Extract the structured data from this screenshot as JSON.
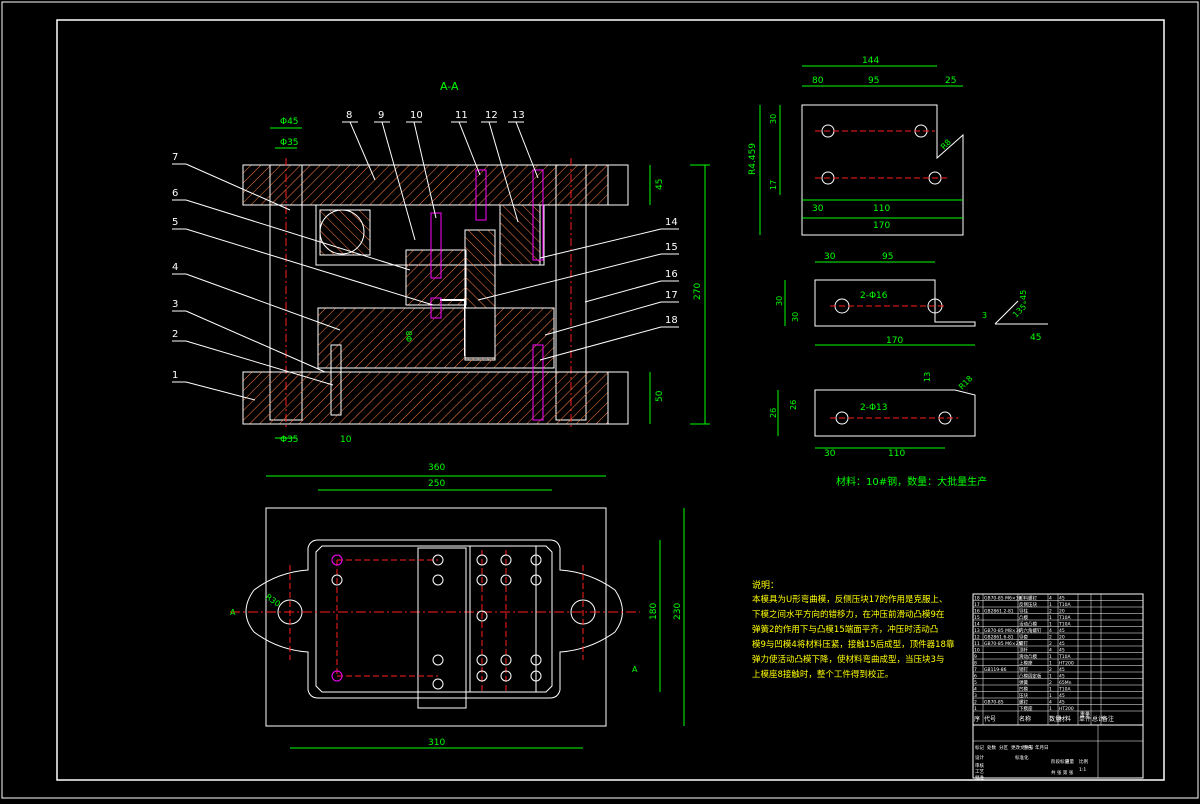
{
  "drawing": {
    "section_label": "A-A",
    "part_numbers": [
      "1",
      "2",
      "3",
      "4",
      "5",
      "6",
      "7",
      "8",
      "9",
      "10",
      "11",
      "12",
      "13",
      "14",
      "15",
      "16",
      "17",
      "18"
    ],
    "dims_section": {
      "d1": "Φ45",
      "d2": "Φ35",
      "d3": "Φ35",
      "d4": "10",
      "h_total": "270",
      "h_top": "45",
      "h_bottom": "50",
      "d_small": "Φ8"
    },
    "dims_plan": {
      "w_outer": "360",
      "w_inner": "250",
      "w_bottom": "310",
      "h_outer": "230",
      "h_inner": "180",
      "r": "R30",
      "sec_mark": "A"
    },
    "part1": {
      "w_total": "144",
      "w_left": "80",
      "w_mid": "95",
      "w_right": "25",
      "w_bottom": "170",
      "d_left": "30",
      "d_mid": "110",
      "h_a": "30",
      "h_b": "17",
      "h_total": "R4.459",
      "r": "R8"
    },
    "part2": {
      "w_a": "30",
      "w_b": "95",
      "holes": "2-Φ16",
      "h": "30",
      "h2": "30",
      "w_total": "170",
      "t": "3",
      "a": "45",
      "angle": "135°"
    },
    "part3": {
      "holes": "2-Φ13",
      "h_a": "26",
      "h_b": "26",
      "w_a": "30",
      "w_b": "110",
      "t": "13",
      "r": "R18"
    },
    "material_note": "材料：10#钢，数量：大批量生产"
  },
  "notes": {
    "title": "说明：",
    "lines": [
      "本模具为U形弯曲模，反侧压块17的作用是克服上、",
      "下模之间水平方向的错移力，在冲压前滑动凸模9在",
      "弹簧2的作用下与凸模15端面平齐，冲压时活动凸",
      "模9与凹模4将材料压紧，接触15后成型，顶件器18靠",
      "弹力使活动凸模下降，使材料弯曲成型，当压块3与",
      "上模座8接触时，整个工件得到校正。"
    ]
  },
  "title_block": {
    "header_cells": [
      "序",
      "代号",
      "名称",
      "数量",
      "材料",
      "单件",
      "总计",
      "备注"
    ],
    "subheaders": [
      "重量"
    ],
    "rows": [
      [
        "18",
        "GB70-85 M6×30",
        "卸料螺钉",
        "4",
        "45"
      ],
      [
        "17",
        "",
        "反侧压块",
        "1",
        "T10A"
      ],
      [
        "16",
        "GB2861.2-81",
        "导柱",
        "2",
        "20"
      ],
      [
        "15",
        "",
        "凸模",
        "1",
        "T10A"
      ],
      [
        "14",
        "",
        "活动凸模",
        "1",
        "T10A"
      ],
      [
        "13",
        "GB70-85 M8×30",
        "内六角螺钉",
        "4",
        "45"
      ],
      [
        "12",
        "GB2861.6-81",
        "导套",
        "2",
        "20"
      ],
      [
        "11",
        "GB70-85 M6×25",
        "螺钉",
        "2",
        "45"
      ],
      [
        "10",
        "",
        "顶杆",
        "4",
        "45"
      ],
      [
        "9",
        "",
        "滑动凸模",
        "1",
        "T10A"
      ],
      [
        "8",
        "",
        "上模座",
        "1",
        "HT200"
      ],
      [
        "7",
        "GB119-86",
        "销钉",
        "2",
        "45"
      ],
      [
        "6",
        "",
        "凸模固定板",
        "1",
        "45"
      ],
      [
        "5",
        "",
        "弹簧",
        "2",
        "65Mn"
      ],
      [
        "4",
        "",
        "凹模",
        "1",
        "T10A"
      ],
      [
        "3",
        "",
        "压块",
        "1",
        "45"
      ],
      [
        "2",
        "GB70-85",
        "螺钉",
        "4",
        "45"
      ],
      [
        "1",
        "",
        "下模座",
        "1",
        "HT200"
      ]
    ],
    "sign_labels": [
      "标记",
      "处数",
      "分区",
      "更改文件号",
      "签名",
      "年月日"
    ],
    "sign_labels2": [
      "设计",
      "标准化"
    ],
    "sign_labels3": [
      "审核",
      "工艺",
      "批准"
    ],
    "stage_labels": [
      "阶段标记",
      "重量",
      "比例"
    ],
    "scale": "1:1",
    "sheet": "共 张 第 张"
  },
  "colors": {
    "background": "#000000",
    "frame": "#ffffff",
    "hatch": "#ff7f3f",
    "dim": "#00ff00",
    "center": "#ff2020",
    "leader": "#ffffff",
    "magenta": "#ff00ff",
    "text": "#ffff00",
    "gray": "#c8c8c8"
  }
}
